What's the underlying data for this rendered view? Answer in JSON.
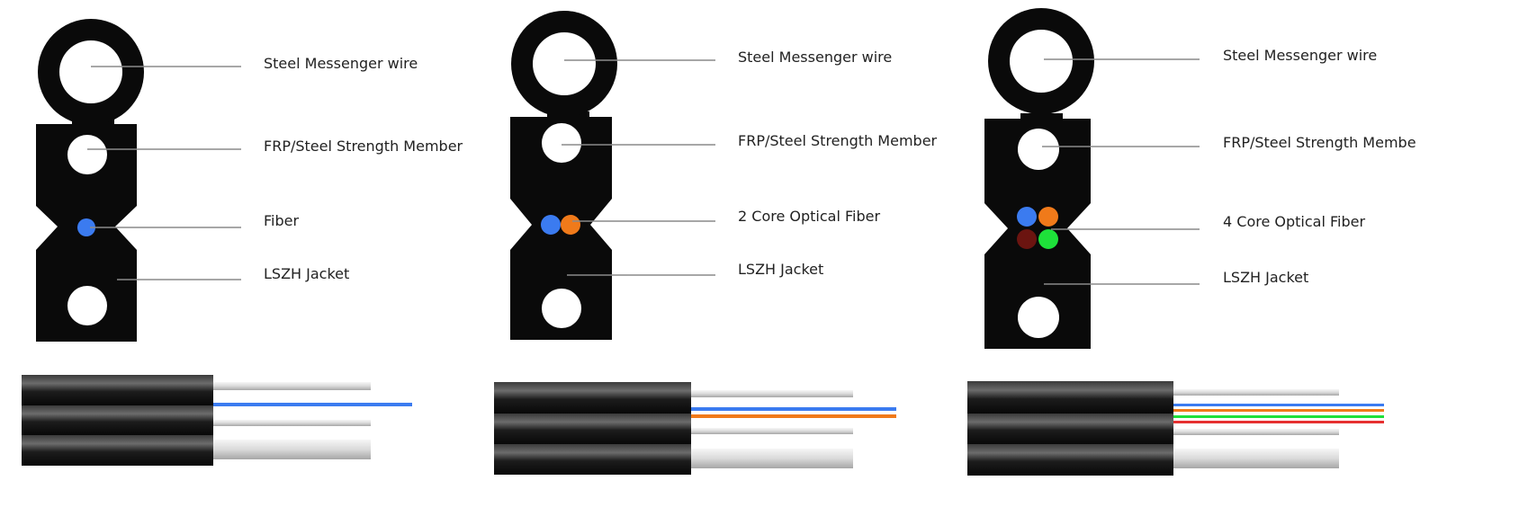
{
  "colors": {
    "jacket": "#0a0a0a",
    "hole": "#ffffff",
    "leader": "#8a8a8a",
    "fiber_blue": "#3b7bf0",
    "fiber_orange": "#f07a1a",
    "fiber_brown": "#6b1410",
    "fiber_green": "#1ee03a",
    "fiber_red": "#e63030"
  },
  "panels": [
    {
      "id": "one-core",
      "labels": {
        "messenger": "Steel Messenger wire",
        "strength": "FRP/Steel Strength Member",
        "fiber": "Fiber",
        "jacket": "LSZH Jacket"
      },
      "fiber_colors": [
        "fiber_blue"
      ]
    },
    {
      "id": "two-core",
      "labels": {
        "messenger": "Steel Messenger wire",
        "strength": "FRP/Steel Strength Member",
        "fiber": "2 Core Optical Fiber",
        "jacket": "LSZH Jacket"
      },
      "fiber_colors": [
        "fiber_blue",
        "fiber_orange"
      ]
    },
    {
      "id": "four-core",
      "labels": {
        "messenger": "Steel Messenger wire",
        "strength": "FRP/Steel Strength Membe",
        "fiber": "4 Core Optical Fiber",
        "jacket": "LSZH Jacket"
      },
      "fiber_colors": [
        "fiber_blue",
        "fiber_orange",
        "fiber_brown",
        "fiber_green"
      ]
    }
  ]
}
